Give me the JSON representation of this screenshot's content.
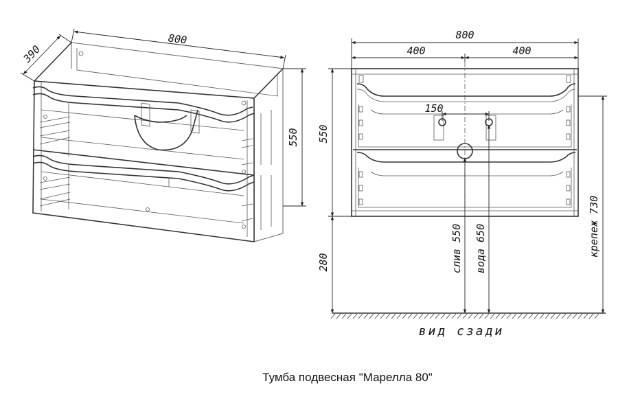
{
  "caption": "Тумба подвесная \"Марелла 80\"",
  "view_label": "вид сзади",
  "iso_dims": {
    "width": "800",
    "depth": "390",
    "height": "550"
  },
  "rear_dims": {
    "total_width": "800",
    "left_half": "400",
    "right_half": "400",
    "pipe_spacing": "150",
    "height": "550",
    "floor_gap": "280",
    "drain": "слив 550",
    "water": "вода 650",
    "mount": "крепеж 730"
  }
}
